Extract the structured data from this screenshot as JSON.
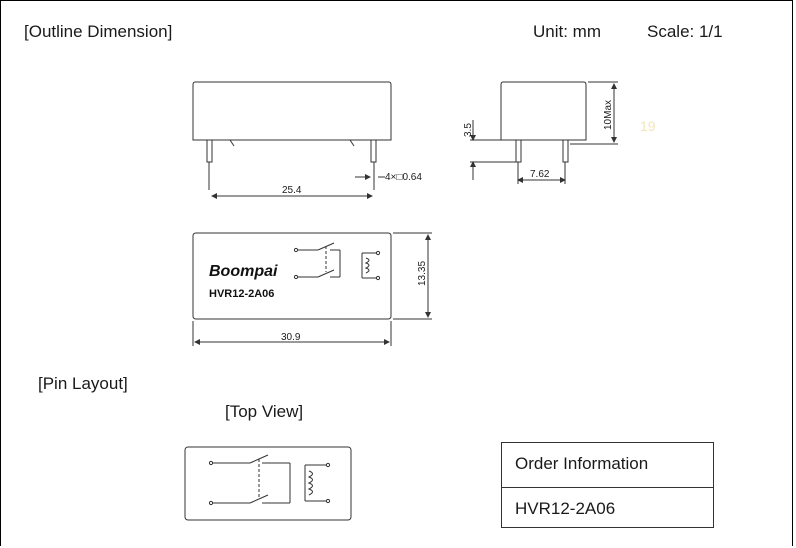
{
  "header": {
    "title": "[Outline Dimension]",
    "unit": "Unit:  mm",
    "scale": "Scale:  1/1"
  },
  "dimensions": {
    "length_pitch": "25.4",
    "pin_size": "4×□0.64",
    "pin_height": "3.5",
    "height_max": "10Max",
    "row_pitch": "7.62",
    "stray_mark": "19",
    "width": "13.35",
    "body_length": "30.9"
  },
  "product": {
    "brand": "Boompai",
    "model": "HVR12-2A06"
  },
  "pin_layout": {
    "heading": "[Pin Layout]",
    "view": "[Top View]"
  },
  "order": {
    "header": "Order Information",
    "value": "HVR12-2A06"
  },
  "colors": {
    "line": "#333333",
    "text": "#1a1a1a",
    "faint": "#f2e6b8"
  }
}
